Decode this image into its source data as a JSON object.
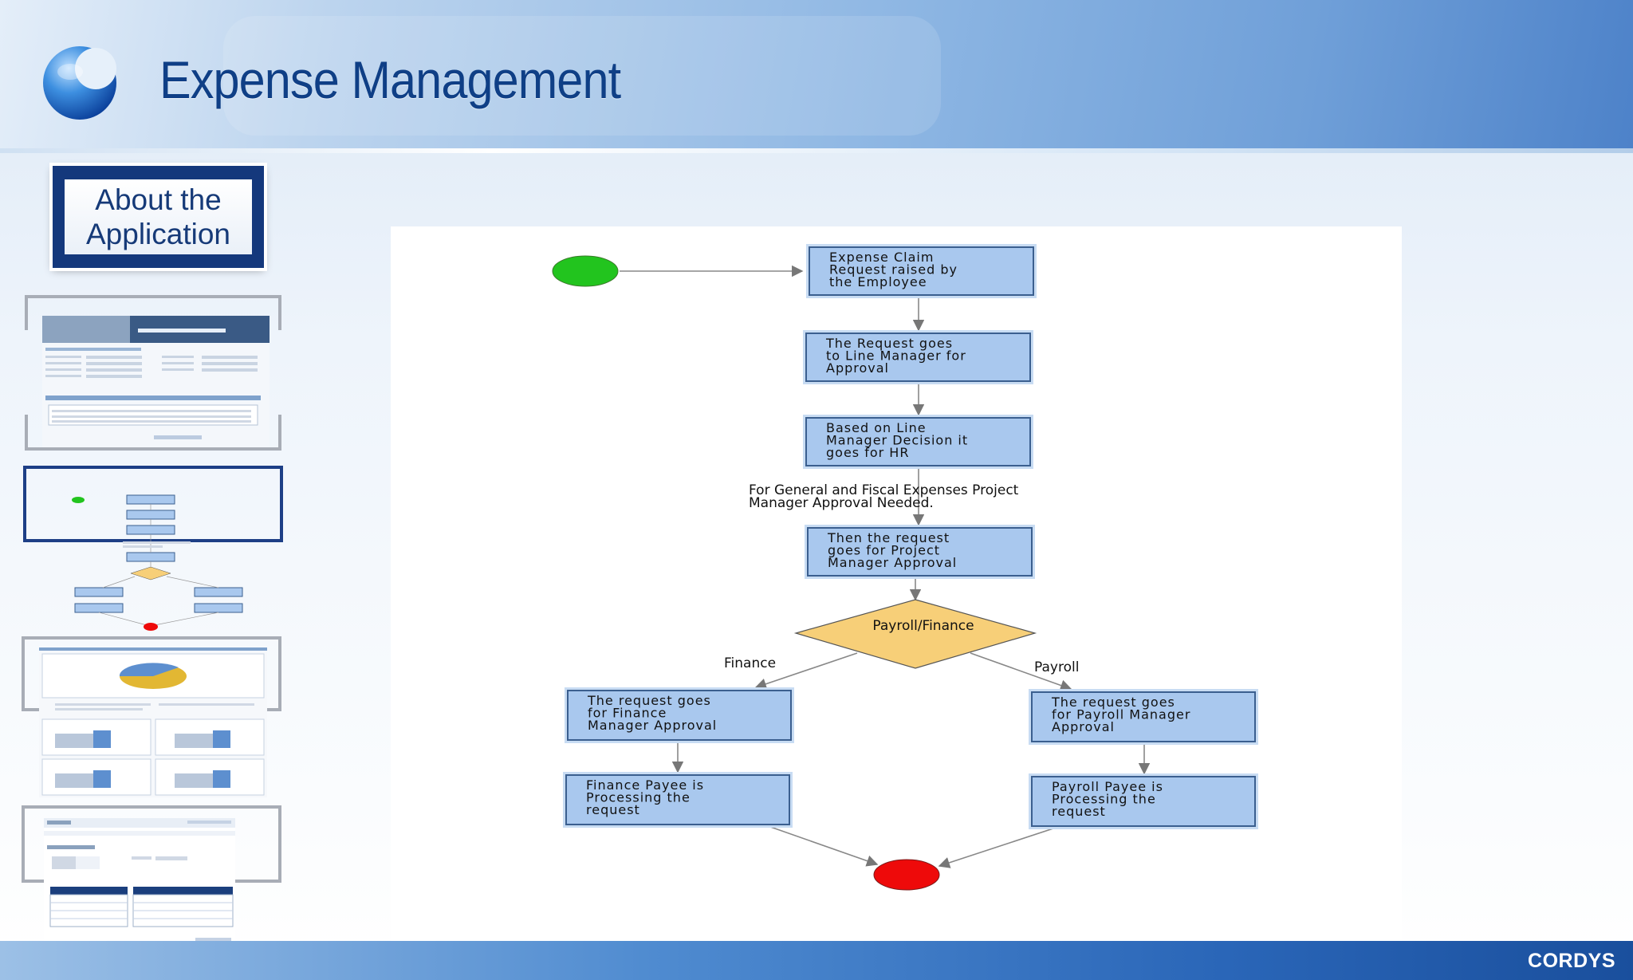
{
  "header": {
    "title": "Expense Management"
  },
  "sidebar": {
    "about_label": "About the\nApplication"
  },
  "flow": {
    "start": {},
    "steps": [
      {
        "lines": [
          "Expense Claim",
          "Request raised by",
          "the Employee"
        ]
      },
      {
        "lines": [
          "The Request goes",
          "to Line Manager for",
          "Approval"
        ]
      },
      {
        "lines": [
          "Based on Line",
          "Manager Decision it",
          "goes for HR"
        ]
      },
      {
        "lines": [
          "Then the request",
          "goes for Project",
          "Manager Approval"
        ]
      }
    ],
    "note": [
      "For General and Fiscal Expenses Project",
      "Manager Approval Needed."
    ],
    "decision": {
      "label": "Payroll/Finance"
    },
    "branch_labels": {
      "left": "Finance",
      "right": "Payroll"
    },
    "finance": [
      {
        "lines": [
          "The request goes",
          "for Finance",
          "Manager Approval"
        ]
      },
      {
        "lines": [
          "Finance Payee is",
          "Processing the",
          "request"
        ]
      }
    ],
    "payroll": [
      {
        "lines": [
          "The request goes",
          "for Payroll Manager",
          "Approval"
        ]
      },
      {
        "lines": [
          "Payroll Payee is",
          "Processing the",
          "request"
        ]
      }
    ],
    "colors": {
      "start": "#22c41e",
      "end": "#ee0a0a",
      "box_fill": "#a9c8ee",
      "box_border": "#3b5f8f",
      "decision_fill": "#f7cf78",
      "arrow": "#777777"
    }
  },
  "footer": {
    "brand": "CORDYS"
  }
}
